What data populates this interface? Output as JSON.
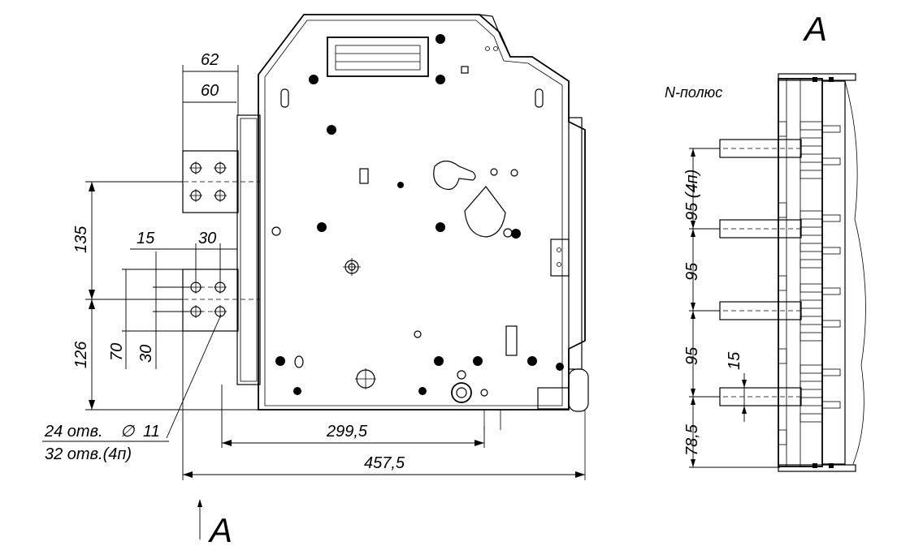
{
  "front_view": {
    "dim_width_outer": "62",
    "dim_width_inner": "60",
    "dim_upper_height": "135",
    "dim_lower_height": "126",
    "dim_hole_offset": "15",
    "dim_hole_pitch_x": "30",
    "dim_hole_span_v": "70",
    "dim_hole_pitch_v": "30",
    "holes_note_line1": "24 отв.",
    "holes_note_diam_symbol": "∅",
    "holes_note_diam_value": "11",
    "holes_note_line2": "32 отв.(4п)",
    "dim_depth_mid": "299,5",
    "dim_depth_total": "457,5",
    "view_arrow_label": "A"
  },
  "side_view": {
    "view_title": "A",
    "pole_label": "N-полюс",
    "dim_pitch_4p": "95 (4п)",
    "dim_pitch_2": "95",
    "dim_pitch_3": "95",
    "dim_bottom": "78,5",
    "dim_bar_thickness": "15"
  }
}
